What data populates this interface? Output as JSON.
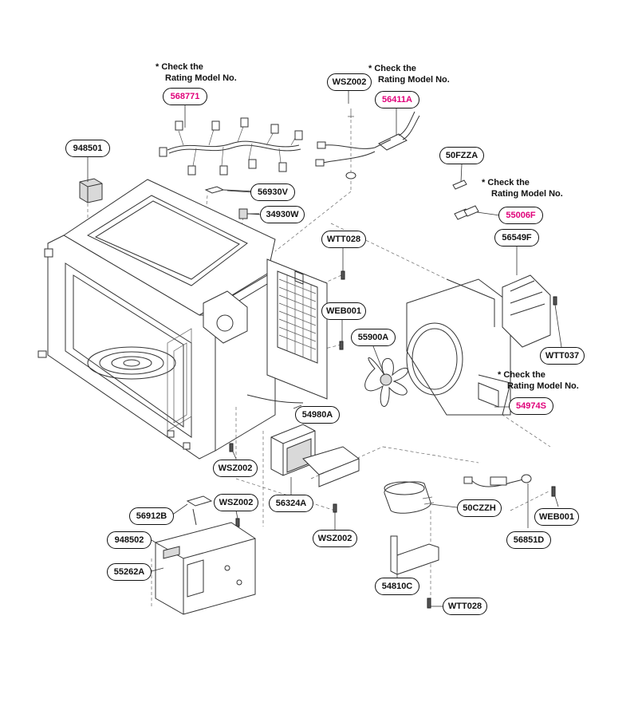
{
  "notes": {
    "check_1": [
      "* Check the",
      "Rating Model No."
    ],
    "check_2": [
      "* Check the",
      "Rating Model No."
    ],
    "check_3": [
      "* Check the",
      "Rating Model No."
    ],
    "check_4": [
      "* Check the",
      "Rating Model No."
    ]
  },
  "callouts": {
    "c568771": "568771",
    "cWSZ002_top": "WSZ002",
    "c56411A": "56411A",
    "c948501": "948501",
    "c50FZZA": "50FZZA",
    "c55006F": "55006F",
    "c56930V": "56930V",
    "c34930W": "34930W",
    "cWTT028_top": "WTT028",
    "c56549F": "56549F",
    "cWEB001_mid": "WEB001",
    "c55900A": "55900A",
    "cWTT037": "WTT037",
    "c54974S": "54974S",
    "c54980A": "54980A",
    "cWSZ002_mid": "WSZ002",
    "c56324A": "56324A",
    "c56912B": "56912B",
    "cWSZ002_low": "WSZ002",
    "c50CZZH": "50CZZH",
    "cWEB001_low": "WEB001",
    "c948502": "948502",
    "cWSZ002_bottom": "WSZ002",
    "c56851D": "56851D",
    "c55262A": "55262A",
    "c54810C": "54810C",
    "cWTT028_bottom": "WTT028"
  },
  "colors": {
    "line": "#111111",
    "highlight": "#e0007a",
    "background": "#ffffff"
  }
}
